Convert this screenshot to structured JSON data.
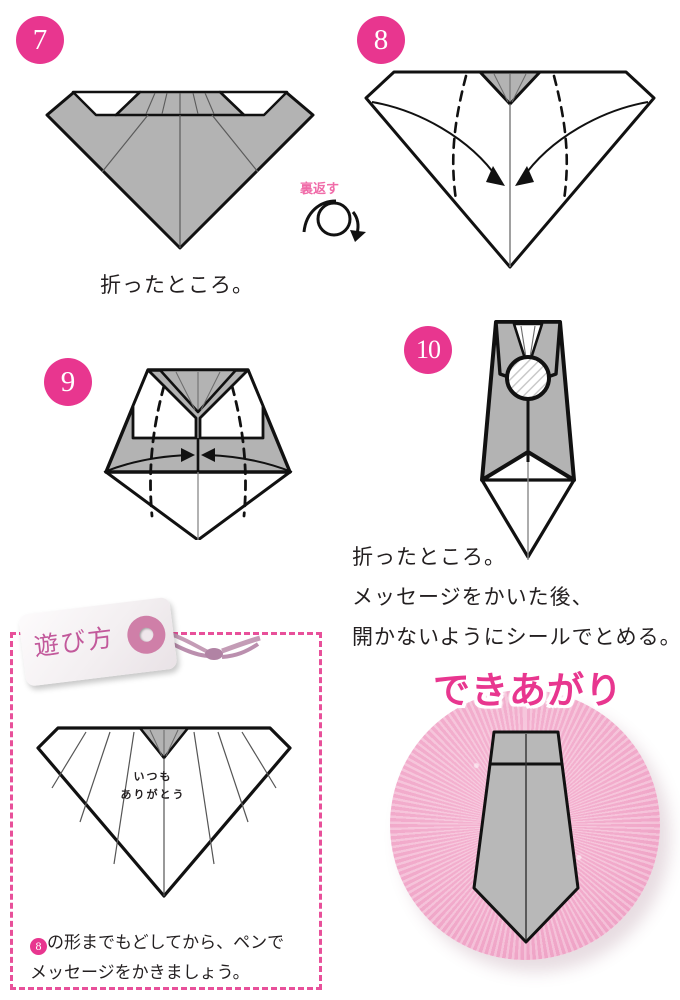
{
  "page": {
    "title": "Origami Necktie Card - Steps 7 to 10 and How to Play",
    "accent_pink": "#e8368f",
    "light_pink": "#f1a9ca",
    "paper_gray": "#b3b3b3"
  },
  "steps": [
    {
      "number": "7",
      "badge_name": "step-7-badge",
      "caption": "折ったところ。",
      "diagram": "folded-diamond-gray"
    },
    {
      "number": "8",
      "badge_name": "step-8-badge",
      "caption": "",
      "diagram": "white-diamond-with-fold-arrows"
    },
    {
      "number": "9",
      "badge_name": "step-9-badge",
      "caption": "",
      "diagram": "trapezoid-fold-inward"
    },
    {
      "number": "10",
      "badge_name": "step-10-badge",
      "caption": "折ったところ。",
      "caption_line2": "メッセージをかいた後、",
      "caption_line3": "開かないようにシールでとめる。",
      "diagram": "necktie-with-seal-sticker"
    }
  ],
  "flip_instruction": {
    "label": "裏返す",
    "icon": "rotate-arrow-icon"
  },
  "play_section": {
    "tag_label": "遊び方",
    "message_line1": "いつも",
    "message_line2": "ありがとう",
    "note_badge": "8",
    "note_line1": "の形までもどしてから、ペンで",
    "note_line2": "メッセージをかきましょう。"
  },
  "finished": {
    "label": "できあがり",
    "illustration": "finished-necktie"
  }
}
